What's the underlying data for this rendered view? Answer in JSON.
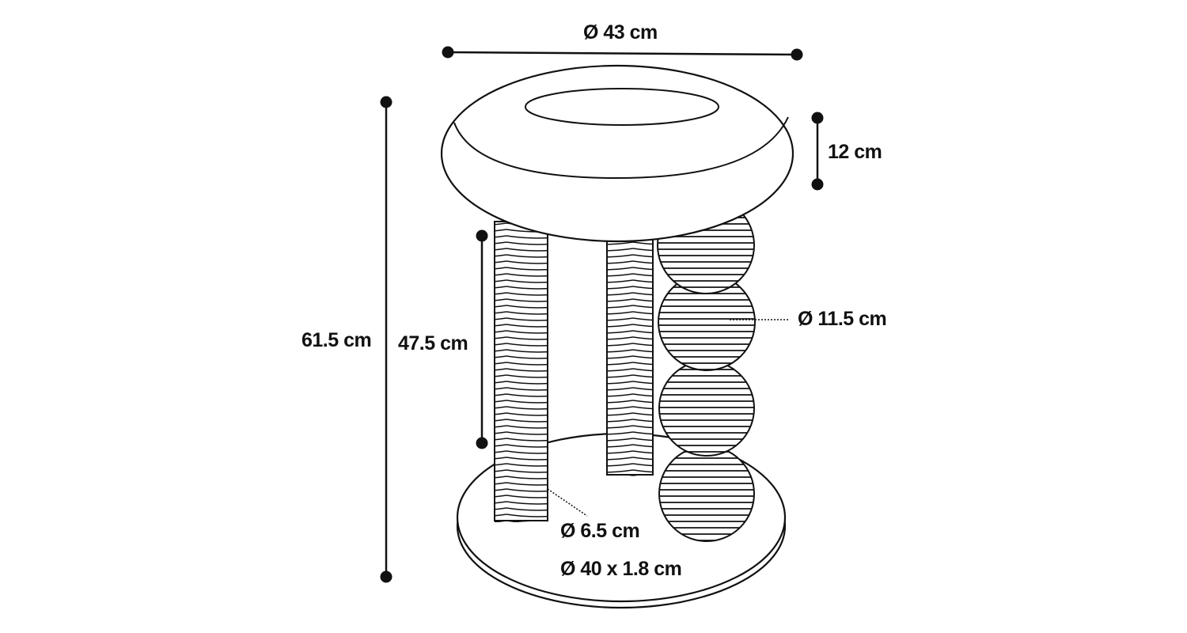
{
  "diagram": {
    "subject": "cat-scratching-post-dimensions",
    "colors": {
      "stroke": "#111111",
      "background": "#ffffff"
    },
    "dimensions": {
      "top_diameter": "Ø 43 cm",
      "top_height": "12 cm",
      "total_height": "61.5 cm",
      "post_height": "47.5 cm",
      "ball_diameter": "Ø 11.5 cm",
      "post_diameter": "Ø 6.5 cm",
      "base_size": "Ø 40 x 1.8 cm"
    }
  }
}
